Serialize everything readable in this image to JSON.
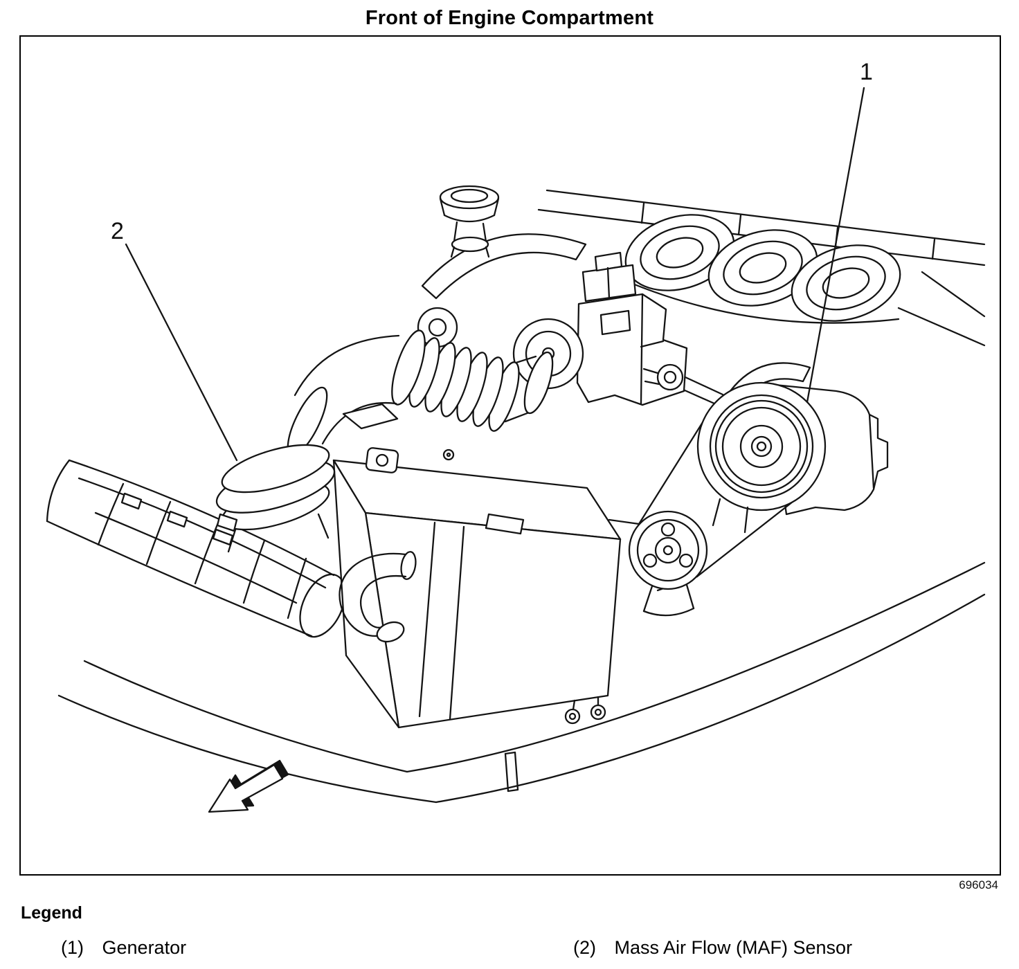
{
  "page": {
    "title": "Front of Engine Compartment",
    "figure_number": "696034"
  },
  "figure": {
    "callouts": [
      "1",
      "2"
    ]
  },
  "legend": {
    "heading": "Legend",
    "items": [
      {
        "index": "(1)",
        "label": "Generator"
      },
      {
        "index": "(2)",
        "label": "Mass Air Flow (MAF) Sensor"
      }
    ]
  }
}
